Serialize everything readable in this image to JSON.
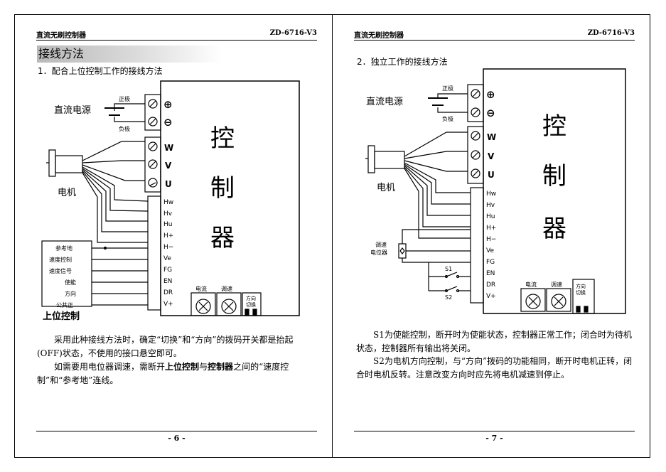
{
  "header": {
    "title": "直流无刷控制器",
    "model": "ZD-6716-V3"
  },
  "left_page": {
    "section_title": "接线方法",
    "subheading": "1．配合上位控制工作的接线方法",
    "page_number": "- 6 -",
    "para1": "采用此种接线方法时，确定“切换”和“方向”的拨码开关都是抬起(OFF)状态，不使用的接口悬空即可。",
    "para2_a": "如需要用电位器调速，需断开",
    "para2_b": "上位控制",
    "para2_c": "与",
    "para2_d": "控制器",
    "para2_e": "之间的“速度控制”和“参考地”连线。"
  },
  "right_page": {
    "subheading": "2．独立工作的接线方法",
    "page_number": "- 7 -",
    "para1": "S1为使能控制，断开时为使能状态，控制器正常工作；闭合时为待机状态，控制器所有输出将关闭。",
    "para2": "S2为电机方向控制，与“方向”拨码的功能相同，断开时电机正转，闭合时电机反转。注意改变方向时应先将电机减速到停止。"
  },
  "diagram": {
    "dc_power": "直流电源",
    "positive": "正极",
    "negative": "负极",
    "motor": "电机",
    "controller_chars": [
      "控",
      "制",
      "器"
    ],
    "terminals_power": [
      "⊕",
      "⊖"
    ],
    "terminals_phase": [
      "W",
      "V",
      "U"
    ],
    "terminals_signal": [
      "Hw",
      "Hv",
      "Hu",
      "H+",
      "H−",
      "Ve",
      "FG",
      "EN",
      "DR",
      "V+"
    ],
    "host_labels": [
      "参考地",
      "速度控制",
      "速度信号",
      "使能",
      "方向",
      "公共正"
    ],
    "host_control": "上位控制",
    "current_label": "电流",
    "speed_label": "调速",
    "direction_switch": [
      "方向",
      "切换"
    ],
    "pot_label": [
      "调速",
      "电位器"
    ],
    "switches": [
      "S1",
      "S2"
    ]
  }
}
